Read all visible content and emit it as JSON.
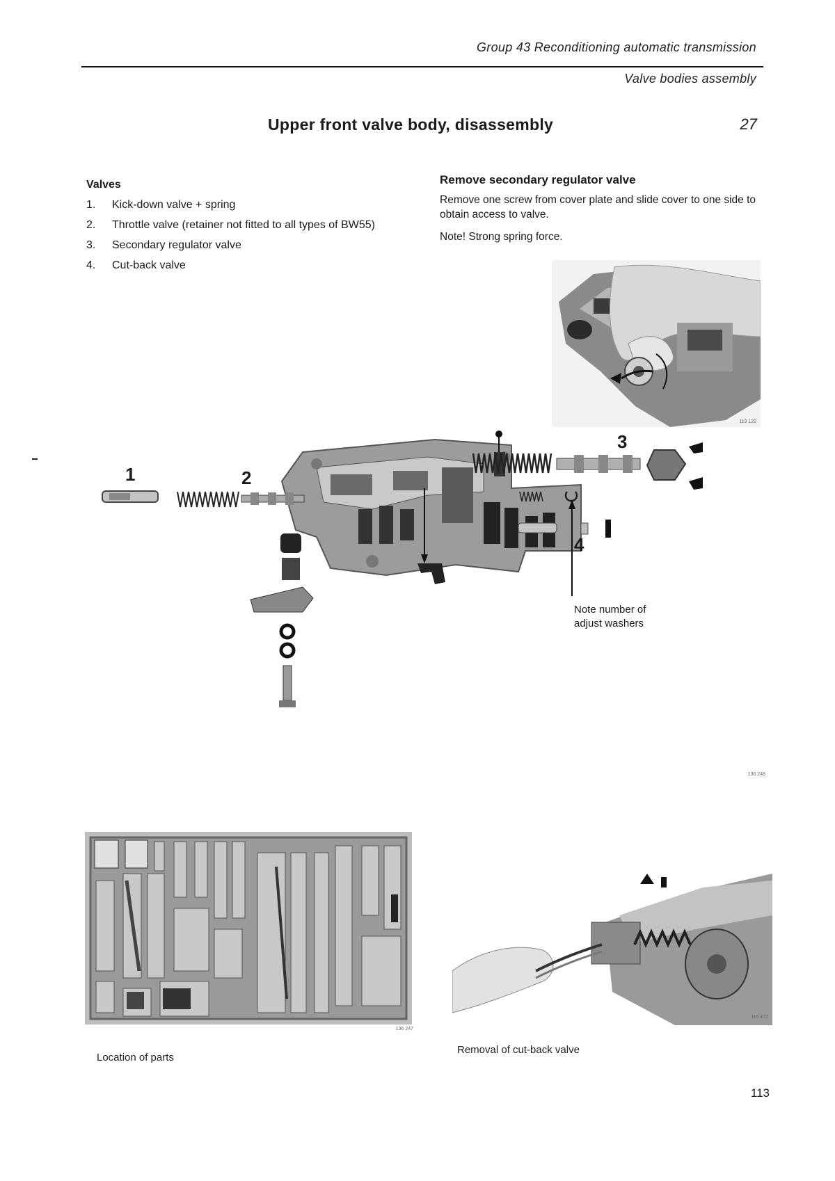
{
  "header": {
    "group": "Group 43 Reconditioning automatic transmission",
    "section": "Valve bodies assembly"
  },
  "title": "Upper front valve body, disassembly",
  "chapter_number": "27",
  "valves": {
    "heading": "Valves",
    "items": [
      {
        "num": "1.",
        "text": "Kick-down valve + spring"
      },
      {
        "num": "2.",
        "text": "Throttle valve (retainer not fitted to all types of BW55)"
      },
      {
        "num": "3.",
        "text": "Secondary regulator valve"
      },
      {
        "num": "4.",
        "text": "Cut-back valve"
      }
    ]
  },
  "remove": {
    "heading": "Remove secondary regulator valve",
    "body": "Remove one screw from cover plate and slide cover to one side to obtain access to valve.",
    "note": "Note! Strong spring force."
  },
  "figures": {
    "photo_top": {
      "ref": "119 122"
    },
    "exploded": {
      "ref": "136 248",
      "callouts": [
        "1",
        "2",
        "3",
        "4"
      ],
      "note": "Note number of adjust washers"
    },
    "parts_tray": {
      "ref": "136 247",
      "caption": "Location of parts"
    },
    "cutback": {
      "ref": "119 472",
      "caption": "Removal of cut-back valve"
    }
  },
  "page_number": "113"
}
